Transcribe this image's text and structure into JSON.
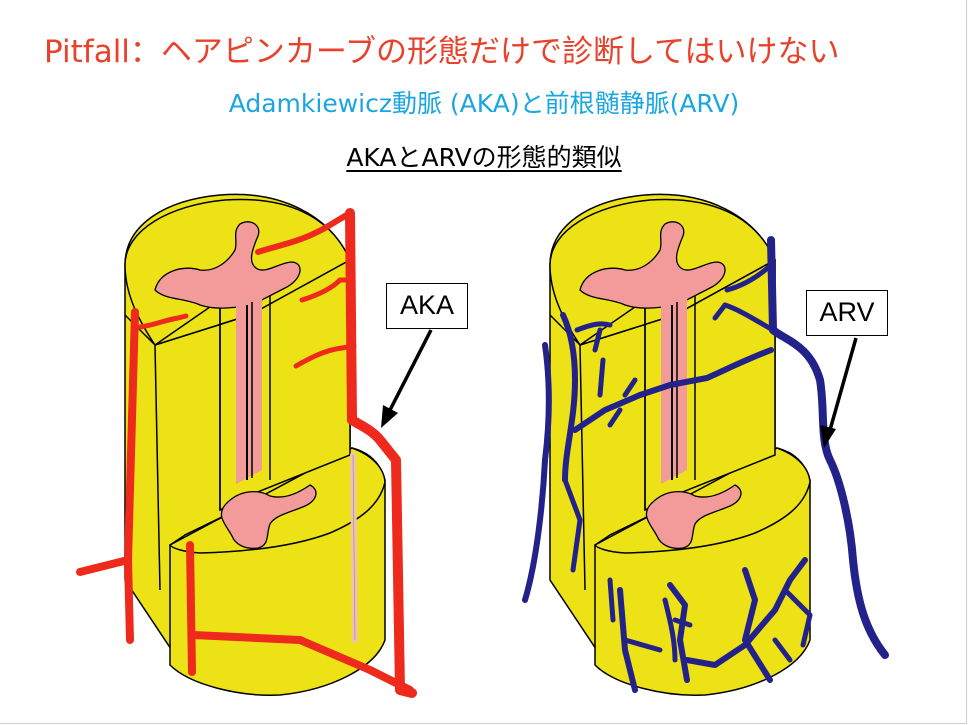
{
  "title": "Pitfall：ヘアピンカーブの形態だけで診断してはいけない",
  "subtitle": "Adamkiewicz動脈 (AKA)と前根髄静脈(ARV)",
  "heading": "AKAとARVの形態的類似",
  "labels": {
    "aka": "AKA",
    "arv": "ARV"
  },
  "colors": {
    "title": "#e8412c",
    "subtitle": "#1aa6e0",
    "cord": "#ece216",
    "gray_matter": "#f39a9a",
    "artery": "#ee2a1c",
    "vein": "#22228a"
  }
}
